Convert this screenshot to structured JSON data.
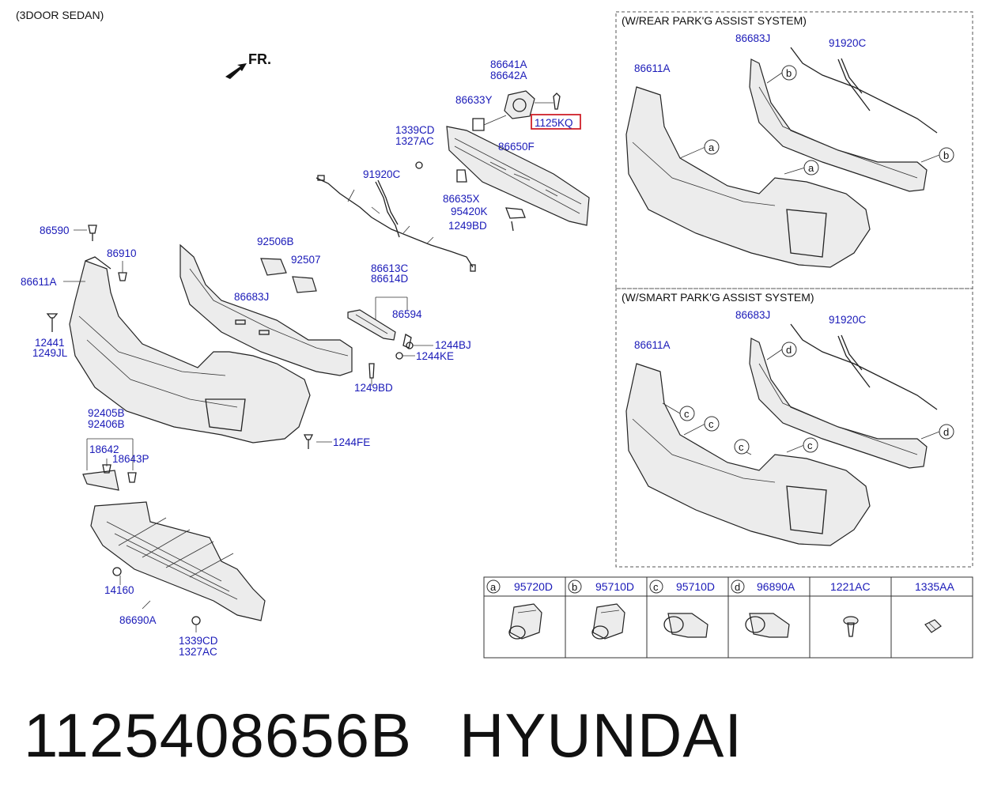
{
  "header": {
    "body_type": "(3DOOR SEDAN)",
    "direction": "FR."
  },
  "labels": {
    "p86641A": "86641A",
    "p86642A": "86642A",
    "p86633Y": "86633Y",
    "p1125KQ": "1125KQ",
    "p1339CD_top": "1339CD",
    "p1327AC_top": "1327AC",
    "p86650F": "86650F",
    "p91920C": "91920C",
    "p86635X": "86635X",
    "p95420K": "95420K",
    "p1249BD_top": "1249BD",
    "p86590": "86590",
    "p86910": "86910",
    "p86611A": "86611A",
    "p12441": "12441",
    "p1249JL": "1249JL",
    "p92506B": "92506B",
    "p92507": "92507",
    "p86683J": "86683J",
    "p86613C": "86613C",
    "p86614D": "86614D",
    "p86594": "86594",
    "p1244BJ": "1244BJ",
    "p1244KE": "1244KE",
    "p1249BD": "1249BD",
    "p1244FE": "1244FE",
    "p92405B": "92405B",
    "p92406B": "92406B",
    "p18642": "18642",
    "p18643P": "18643P",
    "p14160": "14160",
    "p86690A": "86690A",
    "p1339CD_bot": "1339CD",
    "p1327AC_bot": "1327AC"
  },
  "rear_assist": {
    "title": "(W/REAR PARK'G ASSIST SYSTEM)",
    "p86683J": "86683J",
    "p91920C": "91920C",
    "p86611A": "86611A",
    "callouts": [
      "b",
      "a",
      "a",
      "b"
    ]
  },
  "smart_assist": {
    "title": "(W/SMART PARK'G ASSIST SYSTEM)",
    "p86683J": "86683J",
    "p91920C": "91920C",
    "p86611A": "86611A",
    "callouts": [
      "d",
      "c",
      "c",
      "c",
      "c",
      "d"
    ]
  },
  "parts_table": {
    "columns": [
      {
        "letter": "a",
        "part": "95720D"
      },
      {
        "letter": "b",
        "part": "95710D"
      },
      {
        "letter": "c",
        "part": "95710D"
      },
      {
        "letter": "d",
        "part": "96890A"
      },
      {
        "letter": "",
        "part": "1221AC"
      },
      {
        "letter": "",
        "part": "1335AA"
      }
    ]
  },
  "footer": {
    "part_number": "1125408656B",
    "brand": "HYUNDAI"
  },
  "colors": {
    "label": "#1a1ab8",
    "highlight_box": "#d0202a",
    "line": "#222222"
  }
}
